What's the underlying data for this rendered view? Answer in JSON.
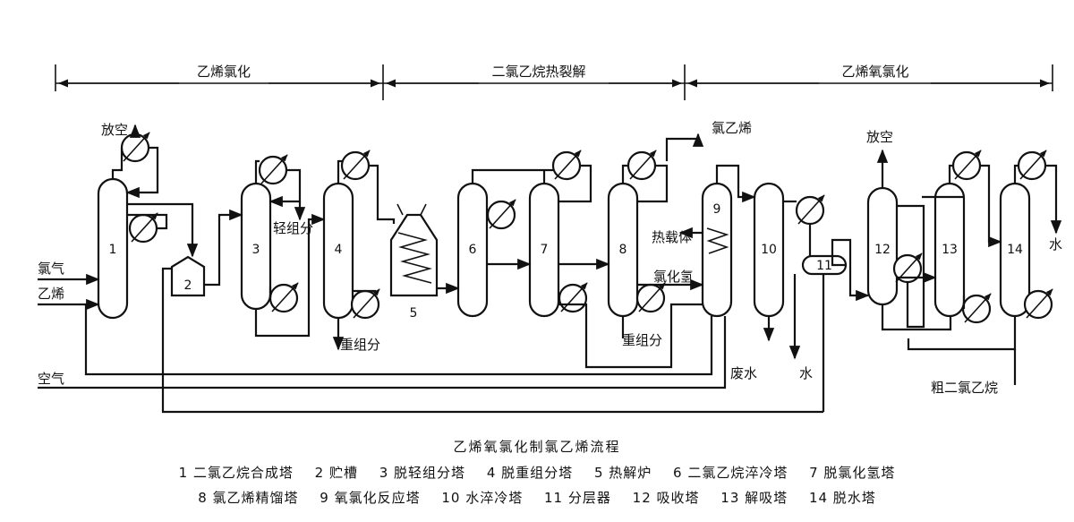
{
  "sections": [
    {
      "label": "乙烯氯化"
    },
    {
      "label": "二氯乙烷热裂解"
    },
    {
      "label": "乙烯氧氯化"
    }
  ],
  "equipment_numbers": [
    "1",
    "2",
    "3",
    "4",
    "5",
    "6",
    "7",
    "8",
    "9",
    "10",
    "11",
    "12",
    "13",
    "14"
  ],
  "stream_labels": {
    "vent_1": "放空",
    "chlorine": "氯气",
    "ethylene": "乙烯",
    "light_ends": "轻组分",
    "heavy_ends_4": "重组分",
    "vinyl_chloride": "氯乙烯",
    "heat_carrier": "热载体",
    "hcl": "氯化氢",
    "heavy_ends_8": "重组分",
    "vent_12": "放空",
    "waste_water": "废水",
    "water_10": "水",
    "water_14": "水",
    "air": "空气",
    "crude_edc": "粗二氯乙烷"
  },
  "caption": {
    "title": "乙烯氧氯化制氯乙烯流程",
    "legend_line_1": [
      "1 二氯乙烷合成塔",
      "2 贮槽",
      "3 脱轻组分塔",
      "4 脱重组分塔",
      "5 热解炉",
      "6 二氯乙烷淬冷塔",
      "7 脱氯化氢塔"
    ],
    "legend_line_2": [
      "8 氯乙烯精馏塔",
      "9 氧氯化反应塔",
      "10 水淬冷塔",
      "11 分层器",
      "12 吸收塔",
      "13 解吸塔",
      "14 脱水塔"
    ]
  }
}
